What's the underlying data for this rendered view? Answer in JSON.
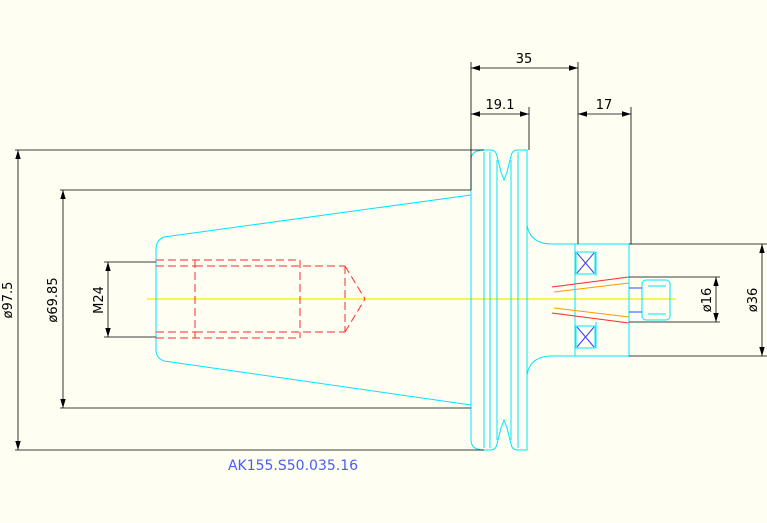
{
  "part_number": "AK155.S50.035.16",
  "dimensions": {
    "length_35": "35",
    "length_19_1": "19.1",
    "length_17": "17",
    "dia_97_5": "ø97.5",
    "dia_69_85": "ø69.85",
    "thread_m24": "M24",
    "dia_16": "ø16",
    "dia_36": "ø36"
  },
  "colors": {
    "background": "#fefef2",
    "outline": "#00e5ff",
    "thread": "#ff2a2a",
    "centerline": "#f2f200",
    "dimension": "#000000",
    "label": "#4a5cff",
    "collet_accent": "#ff9a00",
    "screw_accent": "#2a4cff",
    "bearing_cross": "#3a3aff"
  }
}
